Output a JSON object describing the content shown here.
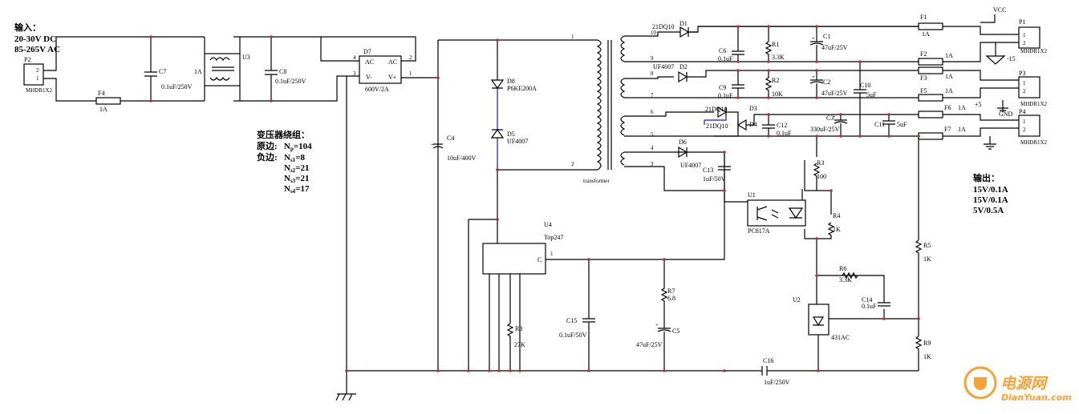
{
  "input": {
    "title": "输入：",
    "line1": "20-30V DC",
    "line2": "85-265V AC"
  },
  "transformer_notes": {
    "title": "变压器绕组：",
    "primary_label": "原边:",
    "primary_value": "N",
    "primary_sub": "p",
    "primary_count": "=104",
    "secondary_label": "负边:",
    "secondary": [
      {
        "n": "N",
        "sub": "s1",
        "count": "=8"
      },
      {
        "n": "N",
        "sub": "s2",
        "count": "=21"
      },
      {
        "n": "N",
        "sub": "s3",
        "count": "=21"
      },
      {
        "n": "N",
        "sub": "s4",
        "count": "=17"
      }
    ]
  },
  "output": {
    "title": "输出：",
    "line1": "15V/0.1A",
    "line2": "15V/0.1A",
    "line3": "5V/0.5A"
  },
  "components": {
    "P2": "P2",
    "P2_part": "MHDR1X2",
    "F4": "F4",
    "F4_val": "1A",
    "C7": "C7",
    "C7_val": "0.1uF/250V",
    "U3": "U3",
    "U3_val": "1A",
    "C8": "C8",
    "C8_val": "0.1uF/250V",
    "D7": "D7",
    "D7_val": "600V/2A",
    "D7_ac1": "AC",
    "D7_ac2": "AC",
    "D7_vm": "V-",
    "D7_vp": "V+",
    "C4": "C4",
    "C4_val": "10uF/400V",
    "D8": "D8",
    "D8_val": "P6KE200A",
    "D5": "D5",
    "D5_val": "UF4007",
    "U4": "U4",
    "U4_val": "Top247",
    "U4_pin": "C",
    "R8": "R8",
    "R8_val": "27K",
    "C15": "C15",
    "C15_val": "0.1uF/50V",
    "R7": "R7",
    "R7_val": "6.8",
    "C5": "C5",
    "C5_val": "47uF/25V",
    "transformer": "transformer",
    "D1": "D1",
    "D1_val": "21DQ10",
    "D2": "D2",
    "D2_val": "UF4007",
    "D3": "D3",
    "D3_val": "21DQ10",
    "D4": "D4",
    "D4_val": "21DQ10",
    "D6": "D6",
    "D6_val": "UF4007",
    "C6": "C6",
    "C6_val": "0.1uF",
    "R1": "R1",
    "R1_val": "3.3K",
    "C1": "C1",
    "C1_val": "47uF/25V",
    "C9": "C9",
    "C9_val": "0.1uF",
    "R2": "R2",
    "R2_val": "10K",
    "C2": "C2",
    "C2_val": "47uF/25V",
    "C10": "C10",
    "C10_val": "5uF",
    "C12": "C12",
    "C12_val": "0.1uF",
    "C3": "C3",
    "C3_val": "330uF/25V",
    "C11": "C11",
    "C11_val": "5uF",
    "C13": "C13",
    "C13_val": "1uF/50V",
    "U1": "U1",
    "U1_val": "PC817A",
    "R3": "R3",
    "R3_val": "100",
    "R4": "R4",
    "R4_val": "1K",
    "R5": "R5",
    "R5_val": "1K",
    "R6": "R6",
    "R6_val": "3.3K",
    "C14": "C14",
    "C14_val": "0.1uF",
    "U2": "U2",
    "U2_val": "431AC",
    "R9": "R9",
    "R9_val": "1K",
    "C16": "C16",
    "C16_val": "1uF/250V",
    "F1": "F1",
    "F1_val": "1A",
    "F2": "F2",
    "F2_val": "1A",
    "F3": "F3",
    "F3_val": "1A",
    "F5": "F5",
    "F5_val": "1A",
    "F6": "F6",
    "F6_val": "1A",
    "F7": "F7",
    "F7_val": "1A",
    "P1": "P1",
    "P3": "P3",
    "P4": "P4",
    "Pn_part": "MHDR1X2",
    "VCC": "VCC",
    "n15": "-15",
    "p5": "+5",
    "GND": "GND"
  },
  "watermark": {
    "cn": "电源网",
    "en": "DianYuan.com"
  }
}
